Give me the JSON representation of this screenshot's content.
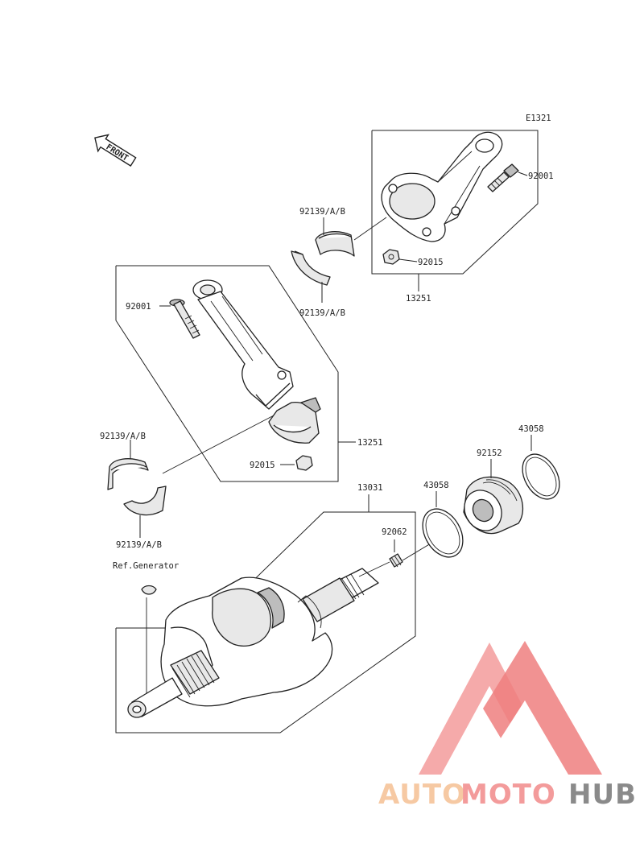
{
  "diagram": {
    "code": "E1321",
    "front_label": "FRONT",
    "ref_note": "Ref.Generator"
  },
  "labels": {
    "upper_rod_bolt": "92001",
    "upper_rod_nut": "92015",
    "upper_rod_assembly": "13251",
    "upper_bearing_top": "92139/A/B",
    "upper_bearing_bottom": "92139/A/B",
    "lower_rod_bolt": "92001",
    "lower_rod_assembly": "13251",
    "lower_rod_nut": "92015",
    "lower_bearing_top": "92139/A/B",
    "lower_bearing_bottom": "92139/A/B",
    "crankshaft": "13031",
    "ring_outer": "43058",
    "bearing_ball": "92152",
    "ring_inner": "43058",
    "plug": "92062"
  },
  "watermark": {
    "text_auto": "AUTO",
    "text_moto": "MOTO",
    "text_hub": "HUB",
    "colors": {
      "light": "#f6c9a3",
      "pink": "#f39b9b",
      "red": "#ef7f7f",
      "gray": "#8a8a8a"
    }
  }
}
